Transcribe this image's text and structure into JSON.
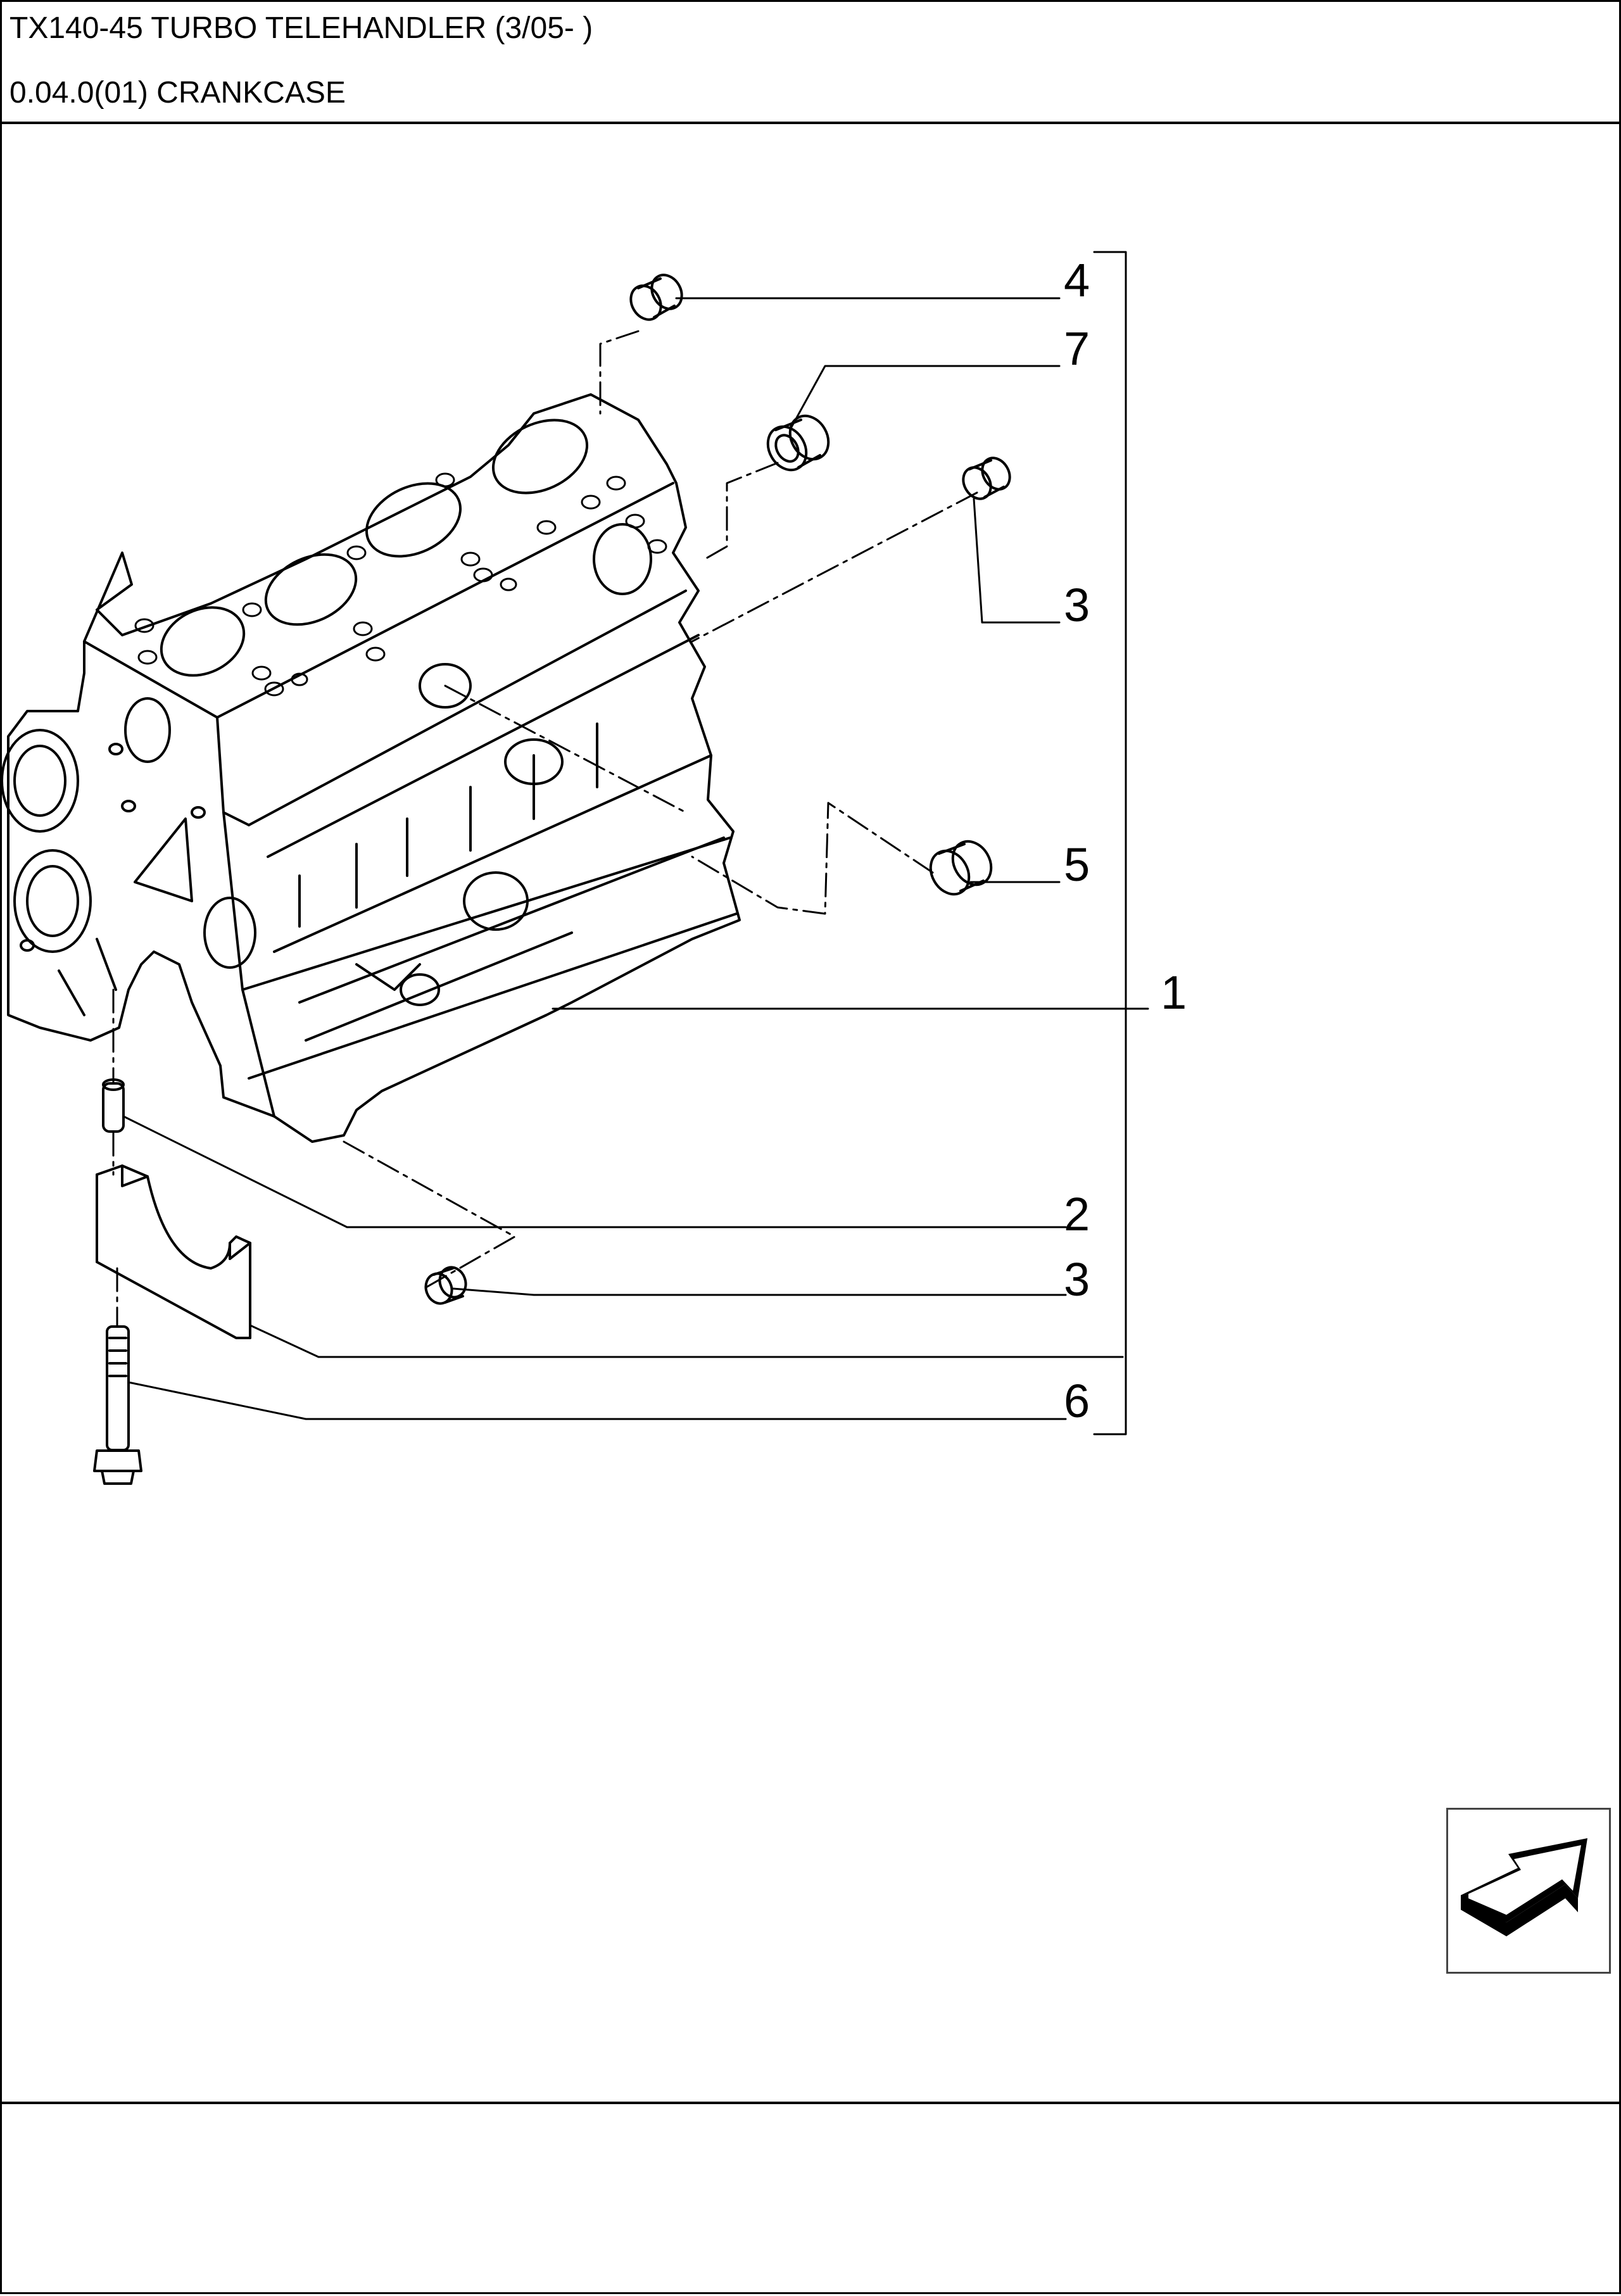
{
  "header": {
    "title": "TX140-45 TURBO TELEHANDLER (3/05- )",
    "subtitle": "0.04.0(01) CRANKCASE"
  },
  "callouts": [
    {
      "id": "callout-4-top",
      "label": "4"
    },
    {
      "id": "callout-7",
      "label": "7"
    },
    {
      "id": "callout-3-top",
      "label": "3"
    },
    {
      "id": "callout-5",
      "label": "5"
    },
    {
      "id": "callout-1",
      "label": "1"
    },
    {
      "id": "callout-2",
      "label": "2"
    },
    {
      "id": "callout-3-bottom",
      "label": "3"
    },
    {
      "id": "callout-6",
      "label": "6"
    }
  ],
  "icons": {
    "next_page": "next-page-arrow-icon"
  }
}
